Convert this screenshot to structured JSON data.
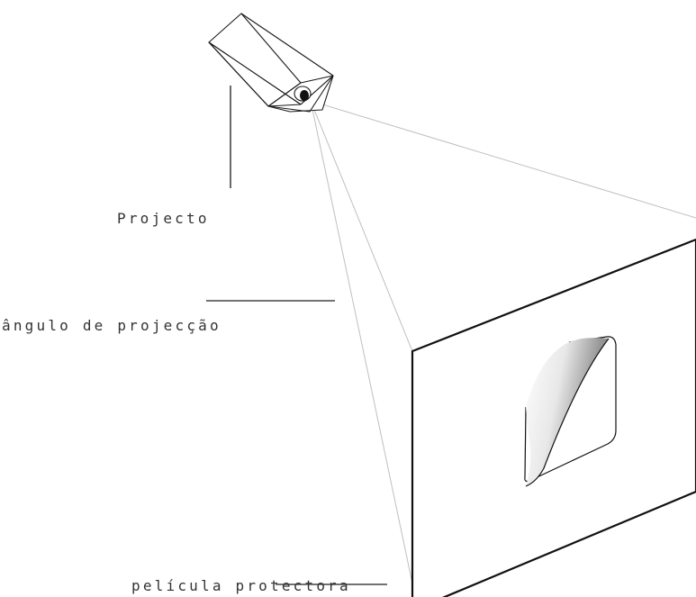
{
  "labels": {
    "projector": "Projecto",
    "projection_angle": "ângulo de projecção",
    "protective_film": "película protectora"
  },
  "colors": {
    "outline": "#1a1a1a",
    "leader_line": "#444444",
    "projection_ray": "#bfbfbf",
    "text": "#333333",
    "background": "#ffffff"
  },
  "icons": {
    "projector": "projector-box-icon",
    "lens": "lens-icon",
    "peeling_sticker": "peeling-film-icon"
  }
}
